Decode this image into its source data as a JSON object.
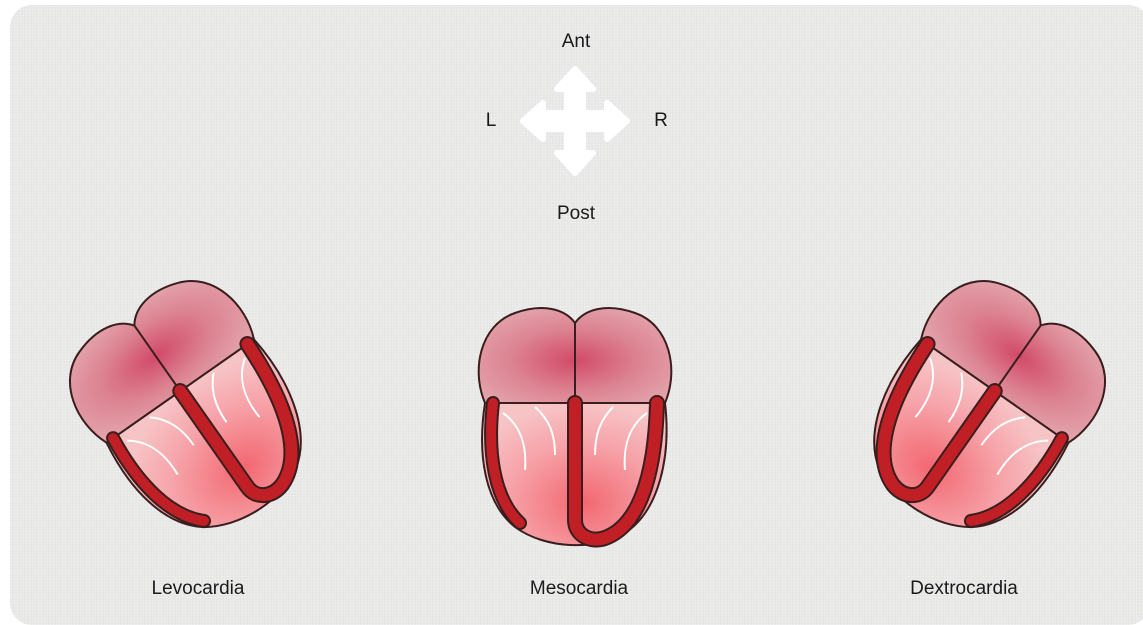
{
  "compass": {
    "ant": "Ant",
    "post": "Post",
    "left": "L",
    "right": "R",
    "arrow_color": "#ffffff"
  },
  "hearts": [
    {
      "label": "Levocardia"
    },
    {
      "label": "Mesocardia"
    },
    {
      "label": "Dextrocardia"
    }
  ],
  "colors": {
    "background": "#e6e6e5",
    "atrium": "#d97e8a",
    "ventricle": "#f3a6ad",
    "vessel": "#c01f26",
    "outline": "#3a1e1e"
  }
}
